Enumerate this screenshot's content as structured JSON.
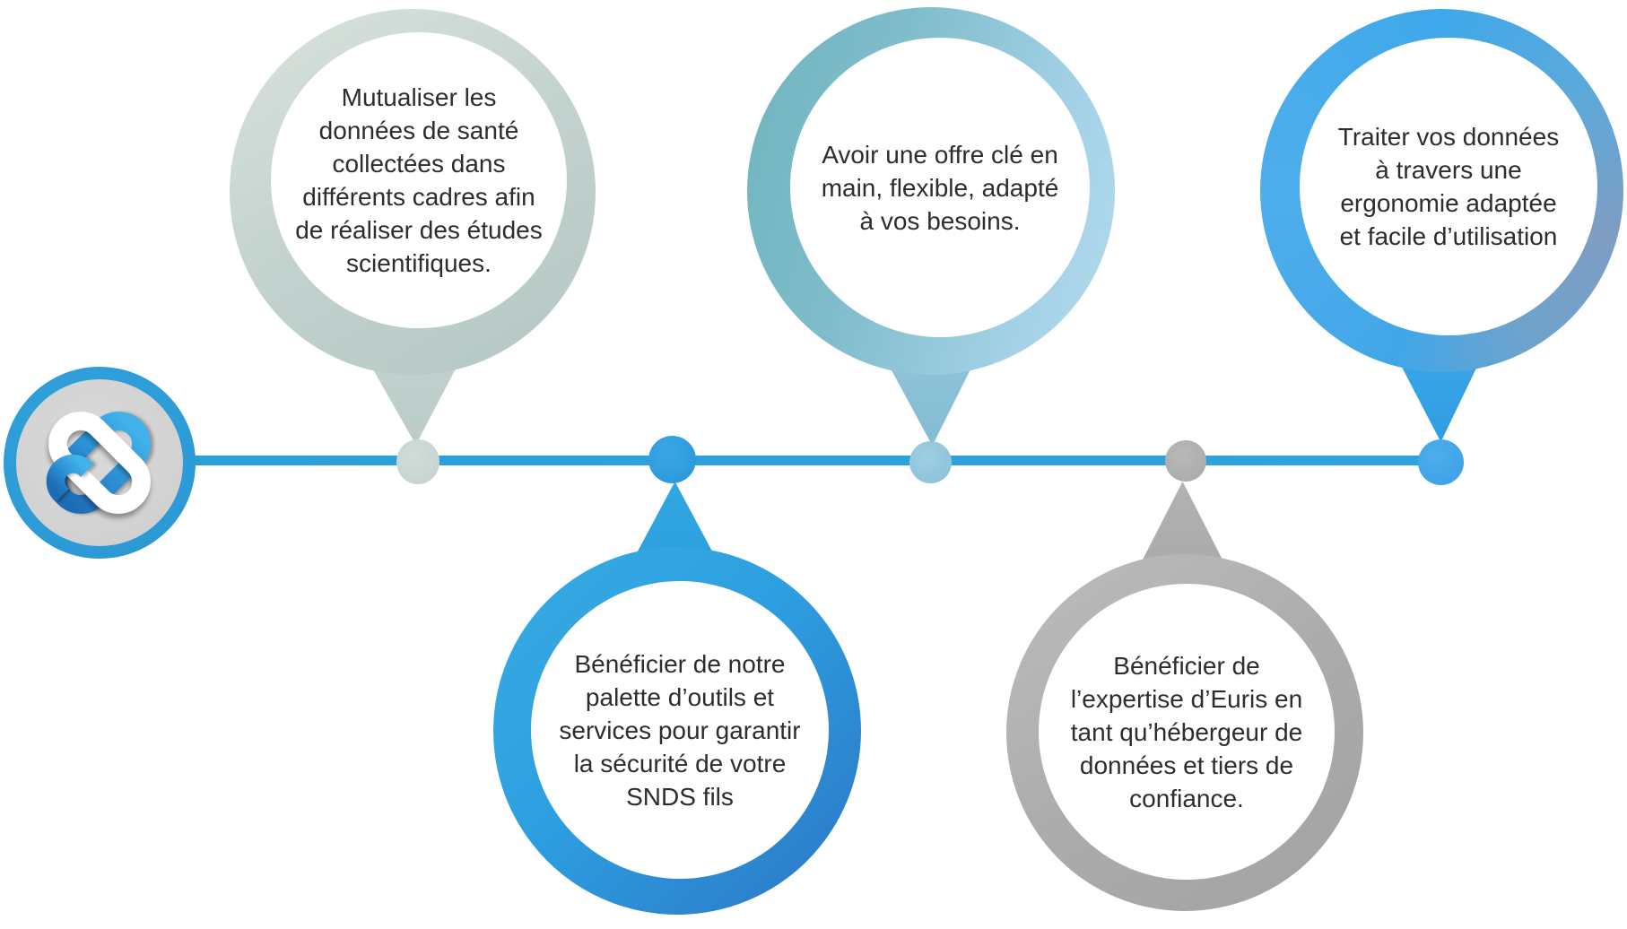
{
  "diagram": {
    "kind": "timeline-infographic",
    "language": "fr",
    "background": "#FFFFFF",
    "timeline": {
      "color": "#2D9FD8"
    },
    "logo": {
      "icon": "interlocked-links-logo",
      "ring_color": "#2D9FD9",
      "inner_background": "#D3D3D3",
      "link_colors": [
        "#FFFFFF",
        "#41B2EA",
        "#1E6CB4"
      ]
    },
    "steps": [
      {
        "id": 1,
        "side": "top",
        "accent": "#C3D2CE",
        "node_color": "#C2D1CE",
        "text": "Mutualiser les\ndonnées de santé\ncollectées dans\ndifférents cadres afin\nde réaliser des études\nscientifiques."
      },
      {
        "id": 2,
        "side": "bottom",
        "accent": "#2D9FE0",
        "node_color": "#2F9FE0",
        "text": "Bénéficier de notre\npalette d’outils et\nservices pour garantir\nla sécurité de votre\nSNDS fils"
      },
      {
        "id": 3,
        "side": "top",
        "accent": "#8FC2D6",
        "node_color": "#8FC4DC",
        "text": "Avoir une offre clé en\nmain, flexible, adapté\nà vos besoins."
      },
      {
        "id": 4,
        "side": "bottom",
        "accent": "#ACACAC",
        "node_color": "#ADADAD",
        "text": "Bénéficier de\nl’expertise d’Euris en\ntant qu’hébergeur de\ndonnées et tiers de\nconfiance."
      },
      {
        "id": 5,
        "side": "top",
        "accent": "#41A6E8",
        "node_color": "#41A5E8",
        "text": "Traiter vos données\nà travers une\nergonomie adaptée\net facile d’utilisation"
      }
    ]
  }
}
